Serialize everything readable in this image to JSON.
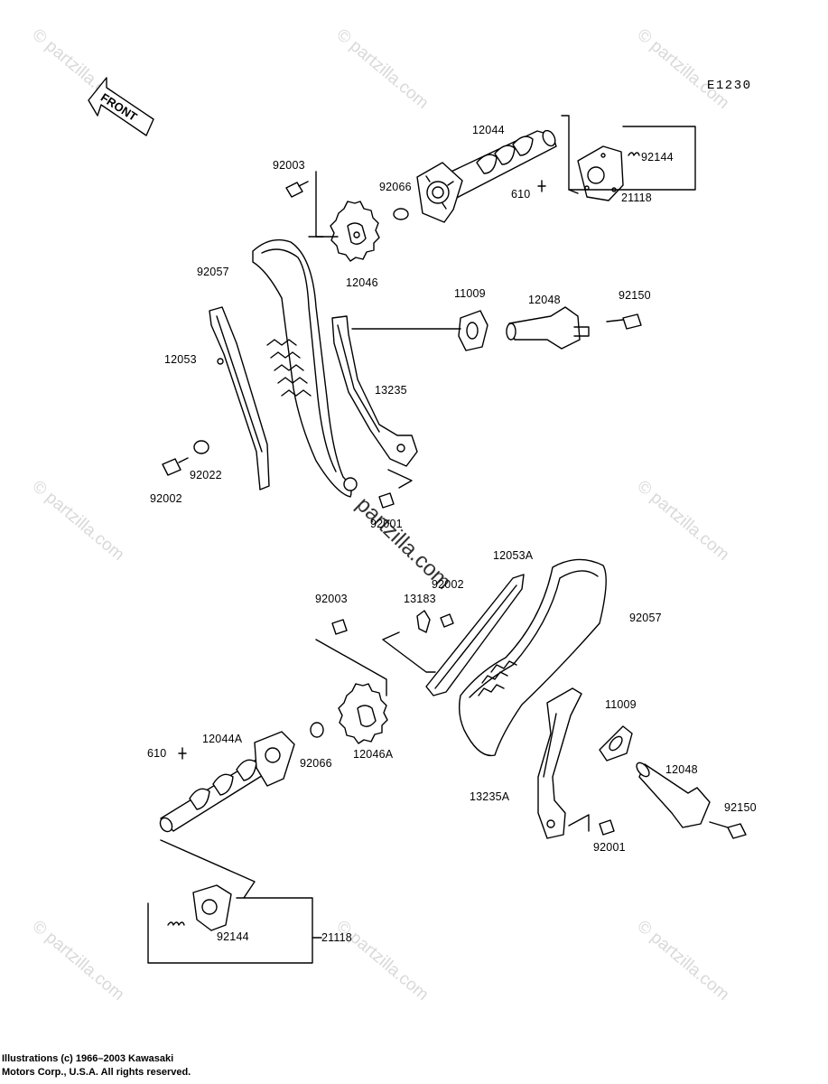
{
  "diagram_code": "E1230",
  "front_label": "FRONT",
  "watermark": "© partzilla.com",
  "watermark_center": "partzilla.com",
  "copyright_line1": "Illustrations (c) 1966–2003 Kawasaki",
  "copyright_line2": "Motors Corp., U.S.A.  All rights reserved.",
  "labels": {
    "p12044": "12044",
    "p92003_top": "92003",
    "p92066_top": "92066",
    "p92144_top": "92144",
    "p610_top": "610",
    "p21118_top": "21118",
    "p12046": "12046",
    "p92057_top": "92057",
    "p11009_top": "11009",
    "p12048_top": "12048",
    "p92150_top": "92150",
    "p12053": "12053",
    "p13235": "13235",
    "p92022": "92022",
    "p92002_left": "92002",
    "p92001_top": "92001",
    "p12053A": "12053A",
    "p92002_mid": "92002",
    "p13183": "13183",
    "p92003_bot": "92003",
    "p92057_bot": "92057",
    "p11009_bot": "11009",
    "p12044A": "12044A",
    "p610_bot": "610",
    "p92066_bot": "92066",
    "p12046A": "12046A",
    "p12048_bot": "12048",
    "p13235A": "13235A",
    "p92150_bot": "92150",
    "p92001_bot": "92001",
    "p92144_bot": "92144",
    "p21118_bot": "21118"
  }
}
